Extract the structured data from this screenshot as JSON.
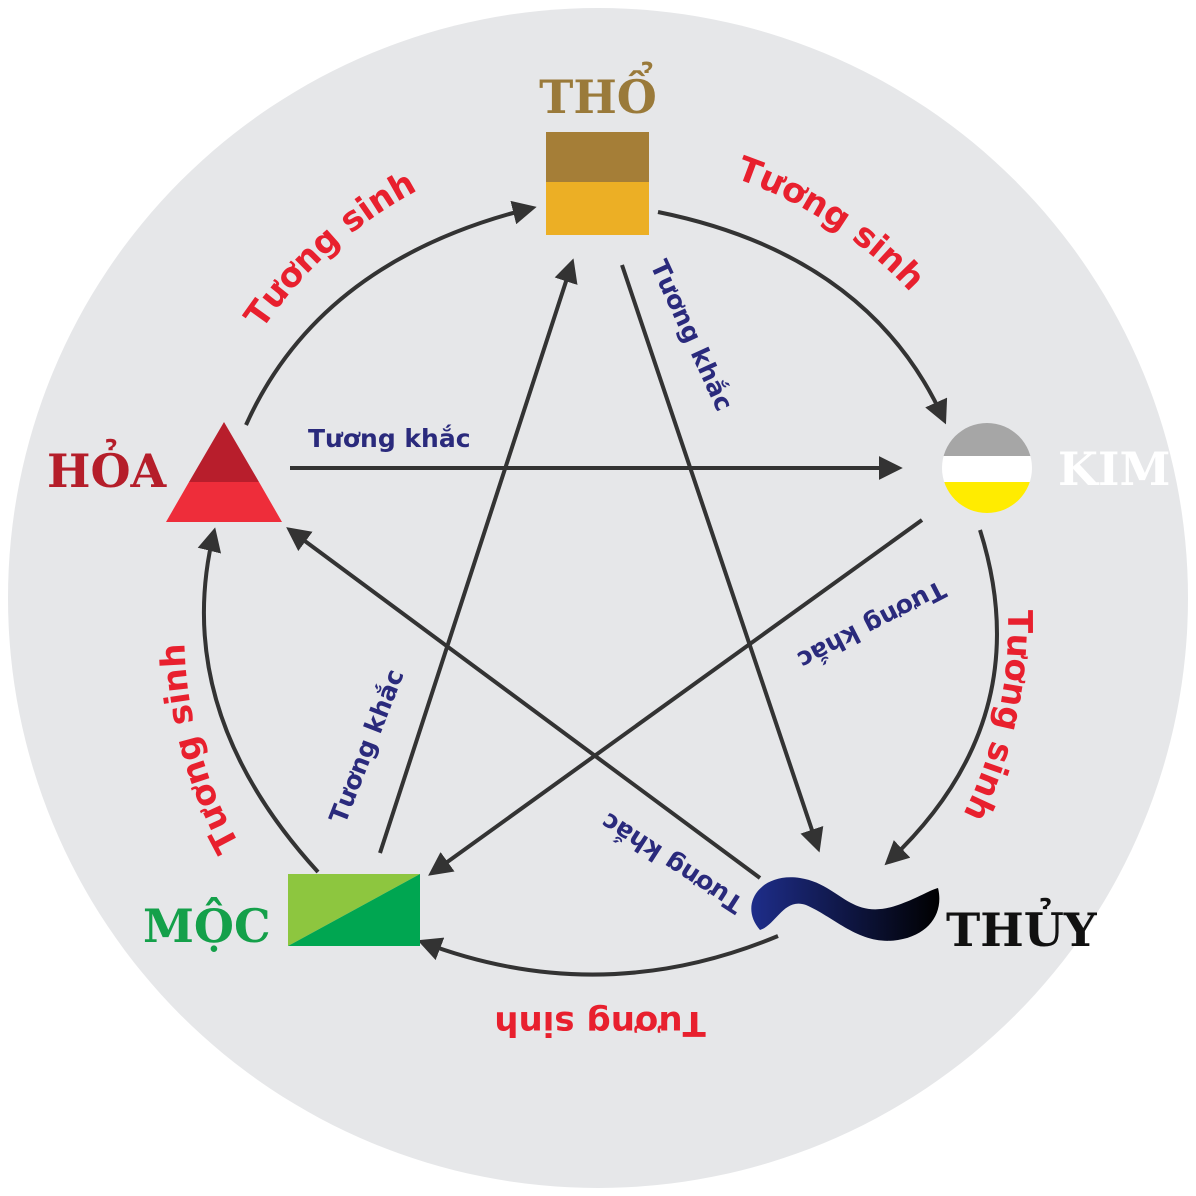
{
  "elements": {
    "tho": {
      "label": "THỔ",
      "color": "#9a7a3a",
      "top_color": "#a57e37",
      "bottom_color": "#ecaf25"
    },
    "kim": {
      "label": "KIM",
      "color": "#ffffff",
      "top_color": "#a6a6a6",
      "middle_color": "#ffffff",
      "bottom_color": "#ffec00"
    },
    "thuy": {
      "label": "THỦY",
      "color": "#111111",
      "start_color": "#1e2d8a",
      "end_color": "#000000"
    },
    "moc": {
      "label": "MỘC",
      "color": "#14a04a",
      "light_color": "#8dc63f",
      "dark_color": "#00a651"
    },
    "hoa": {
      "label": "HỎA",
      "color": "#b51e2a",
      "top_color": "#b81e2c",
      "bottom_color": "#ee2d3a"
    }
  },
  "relations": {
    "generating_label": "Tương sinh",
    "controlling_label": "Tương khắc",
    "generating_color": "#e8202e",
    "controlling_color": "#2a2a7c"
  },
  "background_color": "#e6e7e9"
}
